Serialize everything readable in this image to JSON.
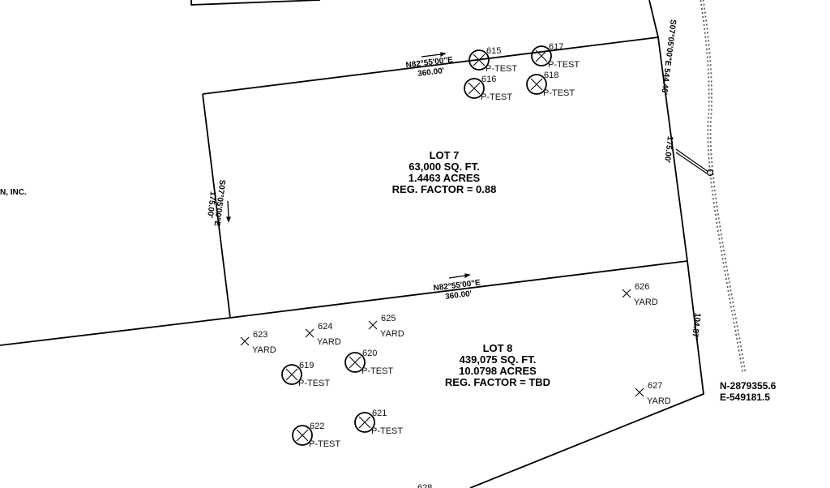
{
  "lot7": {
    "name": "LOT 7",
    "area_sqft": "63,000 SQ. FT.",
    "area_acres": "1.4463 ACRES",
    "reg_factor": "REG. FACTOR = 0.88"
  },
  "lot8": {
    "name": "LOT 8",
    "area_sqft": "439,075 SQ. FT.",
    "area_acres": "10.0798 ACRES",
    "reg_factor": "REG. FACTOR = TBD"
  },
  "bearings": {
    "top_bearing": "N82°55'00\"E",
    "top_distance": "360.00'",
    "mid_bearing": "N82°55'00\"E",
    "mid_distance": "360.00'",
    "left_bearing": "S07°05'00\"E",
    "left_distance": "175.00'",
    "right_bearing": "S07°05'00\"E 544.46'",
    "right_distance": "175.00'",
    "lower_right_distance": "104.87'"
  },
  "owner_fragment": "N, INC.",
  "coordinates": {
    "northing": "N-2879355.6",
    "easting": "E-549181.5"
  },
  "test_pits": [
    {
      "id": "615",
      "type": "P-TEST"
    },
    {
      "id": "616",
      "type": "P-TEST"
    },
    {
      "id": "617",
      "type": "P-TEST"
    },
    {
      "id": "618",
      "type": "P-TEST"
    },
    {
      "id": "619",
      "type": "P-TEST"
    },
    {
      "id": "620",
      "type": "P-TEST"
    },
    {
      "id": "621",
      "type": "P-TEST"
    },
    {
      "id": "622",
      "type": "P-TEST"
    },
    {
      "id": "623",
      "type": "YARD"
    },
    {
      "id": "624",
      "type": "YARD"
    },
    {
      "id": "625",
      "type": "YARD"
    },
    {
      "id": "626",
      "type": "YARD"
    },
    {
      "id": "627",
      "type": "YARD"
    },
    {
      "id": "628",
      "type": ""
    }
  ]
}
